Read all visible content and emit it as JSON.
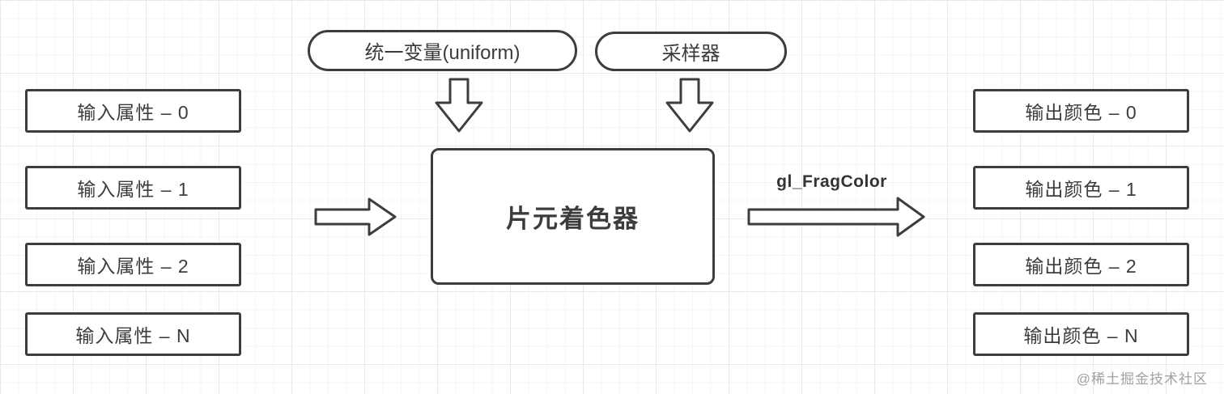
{
  "diagram": {
    "title_hint": "fragment shader pipeline diagram",
    "pills": [
      {
        "label": "统一变量(uniform)"
      },
      {
        "label": "采样器"
      }
    ],
    "inputs": [
      "输入属性 – 0",
      "输入属性 – 1",
      "输入属性 – 2",
      "输入属性 – N"
    ],
    "outputs": [
      "输出颜色 – 0",
      "输出颜色 – 1",
      "输出颜色 – 2",
      "输出颜色 – N"
    ],
    "center_label": "片元着色器",
    "arrow_label": "gl_FragColor",
    "watermark": "@稀土掘金技术社区",
    "colors": {
      "stroke": "#3d3d3d",
      "text": "#3c3c3c",
      "background": "#ffffff",
      "grid_minor": "#f4f4f4",
      "grid_major": "#e9e9e9",
      "watermark": "#a2a2a2"
    }
  }
}
